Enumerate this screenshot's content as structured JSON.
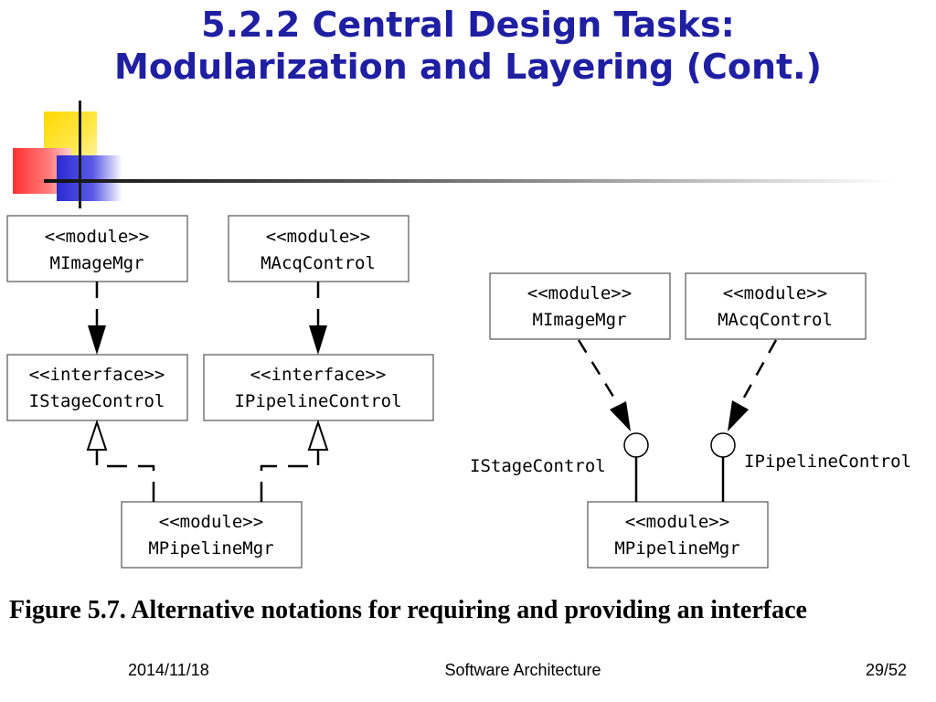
{
  "slide": {
    "title_line1": "5.2.2  Central Design Tasks:",
    "title_line2": "Modularization and Layering (Cont.)"
  },
  "diagram_left": {
    "m_image_mgr": {
      "stereotype": "<<module>>",
      "name": "MImageMgr"
    },
    "m_acq_control": {
      "stereotype": "<<module>>",
      "name": "MAcqControl"
    },
    "i_stage_control": {
      "stereotype": "<<interface>>",
      "name": "IStageControl"
    },
    "i_pipeline_control": {
      "stereotype": "<<interface>>",
      "name": "IPipelineControl"
    },
    "m_pipeline_mgr": {
      "stereotype": "<<module>>",
      "name": "MPipelineMgr"
    }
  },
  "diagram_right": {
    "m_image_mgr": {
      "stereotype": "<<module>>",
      "name": "MImageMgr"
    },
    "m_acq_control": {
      "stereotype": "<<module>>",
      "name": "MAcqControl"
    },
    "m_pipeline_mgr": {
      "stereotype": "<<module>>",
      "name": "MPipelineMgr"
    },
    "lollipop_left_label": "IStageControl",
    "lollipop_right_label": "IPipelineControl"
  },
  "caption": "Figure 5.7. Alternative notations for requiring and providing an interface",
  "footer": {
    "date": "2014/11/18",
    "title": "Software Architecture",
    "page": "29/52"
  },
  "colors": {
    "title": "#1f1fa3",
    "logo_yellow": "#ffd800",
    "logo_red": "#ff3030",
    "logo_blue": "#2a2ad0"
  }
}
